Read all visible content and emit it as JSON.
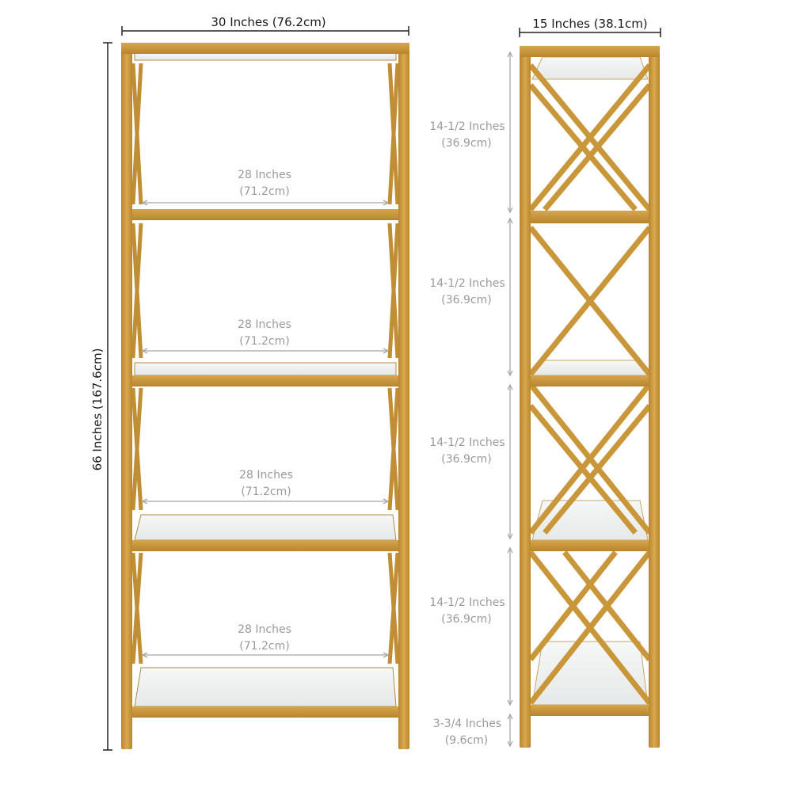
{
  "colors": {
    "frame": "#c9973a",
    "frame_dark": "#a87a26",
    "frame_light": "#ddb061",
    "glass": "#eef1f1",
    "dim_line_dark": "#222222",
    "dim_line_gray": "#a8a8a8",
    "text_gray": "#9a9a9a"
  },
  "front_view": {
    "width_label": "30 Inches (76.2cm)",
    "height_label": "66 Inches (167.6cm)",
    "shelf_width_labels": [
      {
        "line1": "28 Inches",
        "line2": "(71.2cm)"
      },
      {
        "line1": "28 Inches",
        "line2": "(71.2cm)"
      },
      {
        "line1": "28 Inches",
        "line2": "(71.2cm)"
      },
      {
        "line1": "28 Inches",
        "line2": "(71.2cm)"
      }
    ]
  },
  "side_view": {
    "depth_label": "15 Inches (38.1cm)",
    "spacing_labels": [
      {
        "line1": "14-1/2 Inches",
        "line2": "(36.9cm)"
      },
      {
        "line1": "14-1/2 Inches",
        "line2": "(36.9cm)"
      },
      {
        "line1": "14-1/2 Inches",
        "line2": "(36.9cm)"
      },
      {
        "line1": "14-1/2 Inches",
        "line2": "(36.9cm)"
      },
      {
        "line1": "3-3/4 Inches",
        "line2": "(9.6cm)"
      }
    ]
  }
}
